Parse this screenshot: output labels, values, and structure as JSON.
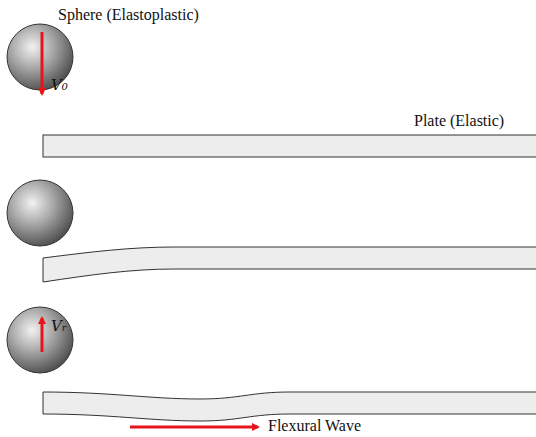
{
  "diagram": {
    "labels": [
      "Sphere (Elastoplastic)",
      "V₀",
      "Plate (Elastic)",
      "Vᵣ",
      "Flexural Wave"
    ]
  }
}
